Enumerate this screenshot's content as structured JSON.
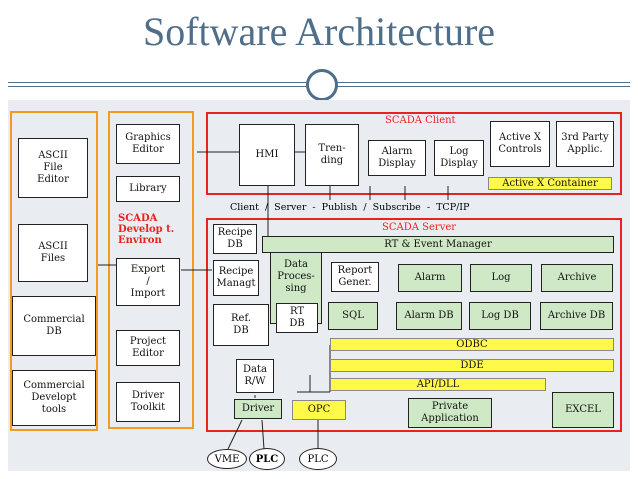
{
  "title": "Software Architecture",
  "left_column": {
    "ascii_file_editor": "ASCII\nFile\nEditor",
    "ascii_files": "ASCII\nFiles",
    "commercial_db": "Commercial\nDB",
    "commercial_developt_tools": "Commercial\nDevelopt\ntools"
  },
  "develop_environ": {
    "graphics_editor": "Graphics\nEditor",
    "library": "Library",
    "label": "SCADA\nDevelop t.\nEnviron",
    "export_import": "Export\n/\nImport",
    "project_editor": "Project\nEditor",
    "driver_toolkit": "Driver\nToolkit"
  },
  "scada_client": {
    "label": "SCADA Client",
    "hmi": "HMI",
    "trending": "Tren-\nding",
    "alarm_display": "Alarm\nDisplay",
    "log_display": "Log\nDisplay",
    "active_x_controls": "Active X\nControls",
    "third_party_applic": "3rd Party\nApplic.",
    "active_x_container": "Active X Container"
  },
  "middle_banner": "Client  /  Server  -  Publish  /  Subscribe  -  TCP/IP",
  "scada_server": {
    "label": "SCADA Server",
    "recipe_db": "Recipe\nDB",
    "rt_event_manager": "RT & Event Manager",
    "recipe_managt": "Recipe\nManagt",
    "data_processing": "Data\nProces-\nsing",
    "report_gener": "Report\nGener.",
    "alarm": "Alarm",
    "log": "Log",
    "archive": "Archive",
    "ref_db": "Ref.\nDB",
    "rt_db": "RT\nDB",
    "sql": "SQL",
    "alarm_db": "Alarm DB",
    "log_db": "Log DB",
    "archive_db": "Archive DB",
    "odbc": "ODBC",
    "dde": "DDE",
    "api_dll": "API/DLL",
    "data_rw": "Data\nR/W",
    "driver": "Driver",
    "opc": "OPC",
    "private_application": "Private\nApplication",
    "excel": "EXCEL"
  },
  "devices": {
    "vme": "VME",
    "plc1": "PLC",
    "plc2": "PLC"
  },
  "colors": {
    "title": "#4e6e8a",
    "red_frame": "#e8231f",
    "orange_frame": "#f39a1f",
    "green": "#cfe9c7",
    "yellow": "#fff94a",
    "background": "#e9ecf1"
  }
}
